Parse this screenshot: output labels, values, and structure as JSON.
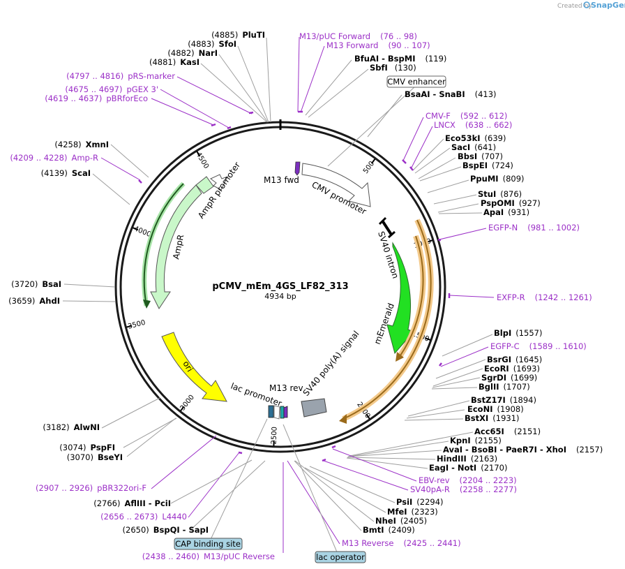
{
  "credit": {
    "prefix": "Created by",
    "brand": "SnapGene"
  },
  "plasmid": {
    "name": "pCMV_mEm_4GS_LF82_313",
    "size": "4934 bp",
    "length_bp": 4934
  },
  "ticks": [
    {
      "bp": 500,
      "label": "500"
    },
    {
      "bp": 1000,
      "label": "1000"
    },
    {
      "bp": 1500,
      "label": "1500"
    },
    {
      "bp": 2000,
      "label": "2000"
    },
    {
      "bp": 2500,
      "label": "2500"
    },
    {
      "bp": 3000,
      "label": "3000"
    },
    {
      "bp": 3500,
      "label": "3500"
    },
    {
      "bp": 4000,
      "label": "4000"
    },
    {
      "bp": 4500,
      "label": "4500"
    }
  ],
  "features": [
    {
      "name": "M13 fwd",
      "color": "#7b2fbe"
    },
    {
      "name": "CMV promoter",
      "color": "#ffffff"
    },
    {
      "name": "SV40 intron",
      "color": "#000000"
    },
    {
      "name": "mEmerald",
      "color": "#22e022"
    },
    {
      "name": "SV40 poly(A) signal",
      "color": "#9aa3ad"
    },
    {
      "name": "M13 rev",
      "color": "#7b2fbe"
    },
    {
      "name": "lac promoter",
      "color": "#ffffff"
    },
    {
      "name": "ori",
      "color": "#ffff00"
    },
    {
      "name": "AmpR",
      "color": "#c9f7c9"
    },
    {
      "name": "AmpR promoter",
      "color": "#ffffff"
    }
  ],
  "boxed_labels": [
    {
      "text": "CMV enhancer",
      "style": "white"
    },
    {
      "text": "CAP binding site",
      "style": "blue"
    },
    {
      "text": "lac operator",
      "style": "blue"
    }
  ],
  "sites": [
    {
      "pos": "(4885)",
      "name": "PluTI"
    },
    {
      "pos": "(4883)",
      "name": "SfoI"
    },
    {
      "pos": "(4882)",
      "name": "NarI"
    },
    {
      "pos": "(4881)",
      "name": "KasI"
    },
    {
      "name": "BfuAI  -  BspMI",
      "pos": "(119)"
    },
    {
      "name": "SbfI",
      "pos": "(130)"
    },
    {
      "name": "BsaAI  -  SnaBI",
      "pos": "(413)"
    },
    {
      "name": "Eco53kI",
      "pos": "(639)"
    },
    {
      "name": "SacI",
      "pos": "(641)"
    },
    {
      "name": "BbsI",
      "pos": "(707)"
    },
    {
      "name": "BspEI",
      "pos": "(724)"
    },
    {
      "name": "PpuMI",
      "pos": "(809)"
    },
    {
      "name": "StuI",
      "pos": "(876)"
    },
    {
      "name": "PspOMI",
      "pos": "(927)"
    },
    {
      "name": "ApaI",
      "pos": "(931)"
    },
    {
      "name": "BlpI",
      "pos": "(1557)"
    },
    {
      "name": "BsrGI",
      "pos": "(1645)"
    },
    {
      "name": "EcoRI",
      "pos": "(1693)"
    },
    {
      "name": "SgrDI",
      "pos": "(1699)"
    },
    {
      "name": "BglII",
      "pos": "(1707)"
    },
    {
      "name": "BstZ17I",
      "pos": "(1894)"
    },
    {
      "name": "EcoNI",
      "pos": "(1908)"
    },
    {
      "name": "BstXI",
      "pos": "(1931)"
    },
    {
      "name": "Acc65I",
      "pos": "(2151)"
    },
    {
      "name": "KpnI",
      "pos": "(2155)"
    },
    {
      "name": "AvaI  -  BsoBI  -  PaeR7I  -  XhoI",
      "pos": "(2157)"
    },
    {
      "name": "HindIII",
      "pos": "(2163)"
    },
    {
      "name": "EagI  -  NotI",
      "pos": "(2170)"
    },
    {
      "name": "PsiI",
      "pos": "(2294)"
    },
    {
      "name": "MfeI",
      "pos": "(2323)"
    },
    {
      "name": "NheI",
      "pos": "(2405)"
    },
    {
      "name": "BmtI",
      "pos": "(2409)"
    },
    {
      "pos": "(4258)",
      "name": "XmnI"
    },
    {
      "pos": "(4139)",
      "name": "ScaI"
    },
    {
      "pos": "(3720)",
      "name": "BsaI"
    },
    {
      "pos": "(3659)",
      "name": "AhdI"
    },
    {
      "pos": "(3182)",
      "name": "AlwNI"
    },
    {
      "pos": "(3074)",
      "name": "PspFI"
    },
    {
      "pos": "(3070)",
      "name": "BseYI"
    },
    {
      "pos": "(2766)",
      "name": "AflIII  -  PciI"
    },
    {
      "pos": "(2650)",
      "name": "BspQI  -  SapI"
    }
  ],
  "primers": [
    {
      "name": "M13/pUC Forward",
      "range": "(76 .. 98)"
    },
    {
      "name": "M13 Forward",
      "range": "(90 .. 107)"
    },
    {
      "name": "CMV-F",
      "range": "(592 .. 612)"
    },
    {
      "name": "LNCX",
      "range": "(638 .. 662)"
    },
    {
      "name": "EGFP-N",
      "range": "(981 .. 1002)"
    },
    {
      "name": "EXFP-R",
      "range": "(1242 .. 1261)"
    },
    {
      "name": "EGFP-C",
      "range": "(1589 .. 1610)"
    },
    {
      "name": "EBV-rev",
      "range": "(2204 .. 2223)"
    },
    {
      "name": "SV40pA-R",
      "range": "(2258 .. 2277)"
    },
    {
      "name": "M13 Reverse",
      "range": "(2425 .. 2441)"
    },
    {
      "range": "(2438 .. 2460)",
      "name": "M13/pUC Reverse"
    },
    {
      "range": "(2656 .. 2673)",
      "name": "L4440"
    },
    {
      "range": "(2907 .. 2926)",
      "name": "pBR322ori-F"
    },
    {
      "range": "(4797 .. 4816)",
      "name": "pRS-marker"
    },
    {
      "range": "(4675 .. 4697)",
      "name": "pGEX 3'"
    },
    {
      "range": "(4619 .. 4637)",
      "name": "pBRforEco"
    },
    {
      "range": "(4209 .. 4228)",
      "name": "Amp-R"
    }
  ]
}
